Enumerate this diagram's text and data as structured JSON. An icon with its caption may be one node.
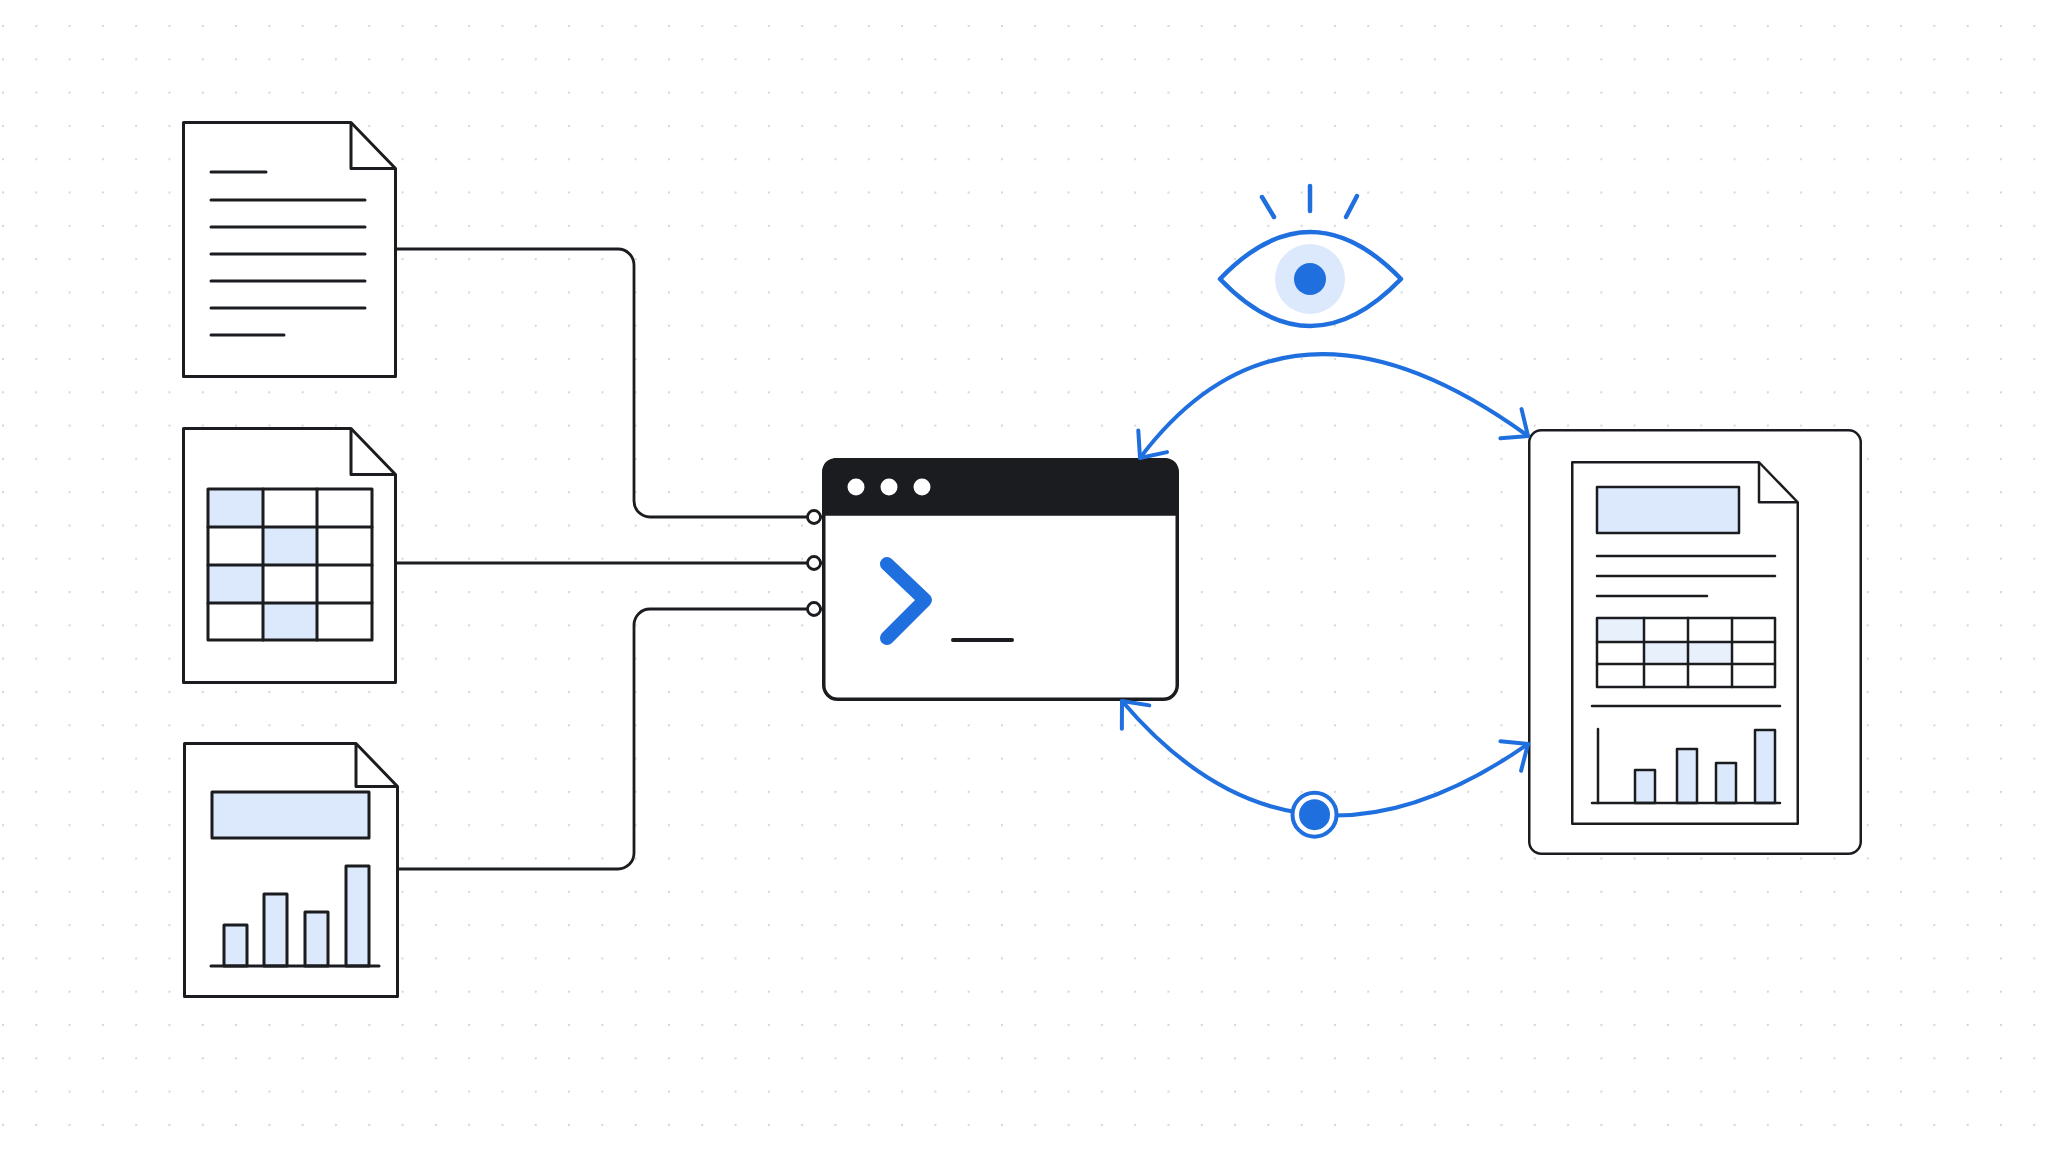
{
  "diagram": {
    "nodes": [
      {
        "text": [],
        "shape": "document"
      },
      {
        "text": [],
        "shape": "document"
      },
      {
        "text": [],
        "shape": "document"
      },
      {
        "text": [],
        "shape": "window"
      },
      {
        "text": [],
        "shape": "box"
      },
      {
        "text": [],
        "shape": "document",
        "in": 4
      }
    ],
    "edges": [
      {
        "from": 0,
        "to": 3,
        "arrow": "other"
      },
      {
        "from": 1,
        "to": 3,
        "arrow": "other"
      },
      {
        "from": 2,
        "to": 3,
        "arrow": "other"
      },
      {
        "from": 3,
        "to": 4,
        "arrow": "both",
        "color": "#1f6fde"
      },
      {
        "from": 3,
        "to": 4,
        "arrow": "both",
        "color": "#1f6fde"
      }
    ]
  }
}
